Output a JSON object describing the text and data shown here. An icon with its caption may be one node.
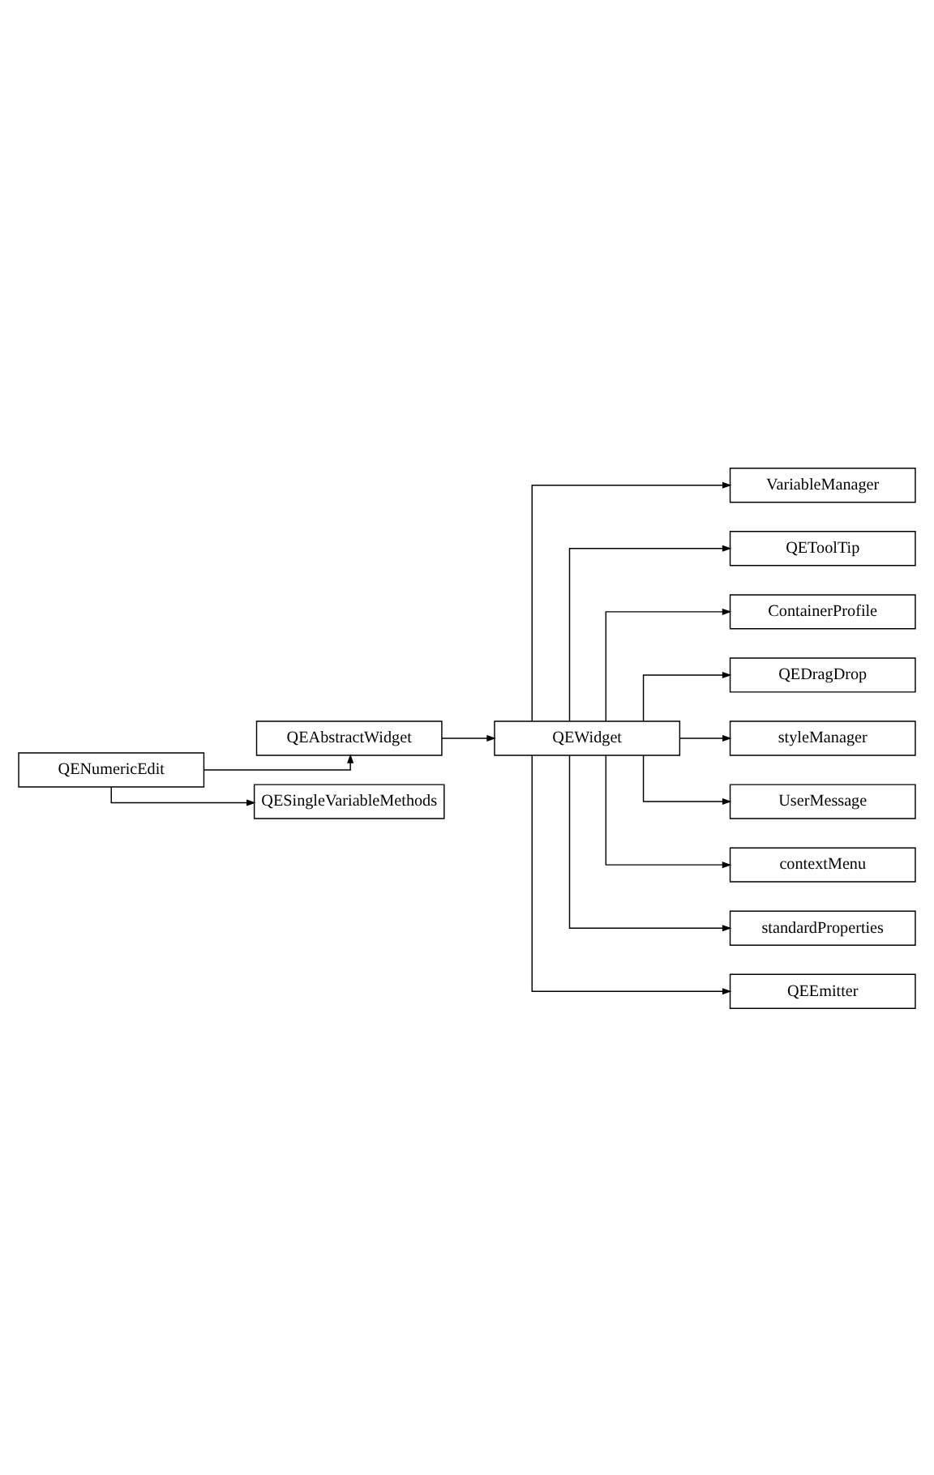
{
  "diagram": {
    "nodes": [
      {
        "text": [
          "VariableManager"
        ]
      },
      {
        "text": [
          "QEToolTip"
        ]
      },
      {
        "text": [
          "ContainerProfile"
        ]
      },
      {
        "text": [
          "QEDragDrop"
        ]
      },
      {
        "text": [
          "styleManager"
        ]
      },
      {
        "text": [
          "UserMessage"
        ]
      },
      {
        "text": [
          "contextMenu"
        ]
      },
      {
        "text": [
          "standardProperties"
        ]
      },
      {
        "text": [
          "QEEmitter"
        ]
      },
      {
        "text": [
          "QEWidget"
        ]
      },
      {
        "text": [
          "QEAbstractWidget"
        ]
      },
      {
        "text": [
          "QESingleVariableMethods"
        ]
      },
      {
        "text": [
          "QENumericEdit"
        ]
      }
    ],
    "edges": [
      {
        "from": 9,
        "to": 0,
        "arrow": "to"
      },
      {
        "from": 9,
        "to": 1,
        "arrow": "to"
      },
      {
        "from": 9,
        "to": 2,
        "arrow": "to"
      },
      {
        "from": 9,
        "to": 3,
        "arrow": "to"
      },
      {
        "from": 9,
        "to": 4,
        "arrow": "to"
      },
      {
        "from": 9,
        "to": 5,
        "arrow": "to"
      },
      {
        "from": 9,
        "to": 6,
        "arrow": "to"
      },
      {
        "from": 9,
        "to": 7,
        "arrow": "to"
      },
      {
        "from": 9,
        "to": 8,
        "arrow": "to"
      },
      {
        "from": 10,
        "to": 9,
        "arrow": "to"
      },
      {
        "from": 12,
        "to": 10,
        "arrow": "to"
      },
      {
        "from": 12,
        "to": 11,
        "arrow": "to"
      }
    ]
  }
}
